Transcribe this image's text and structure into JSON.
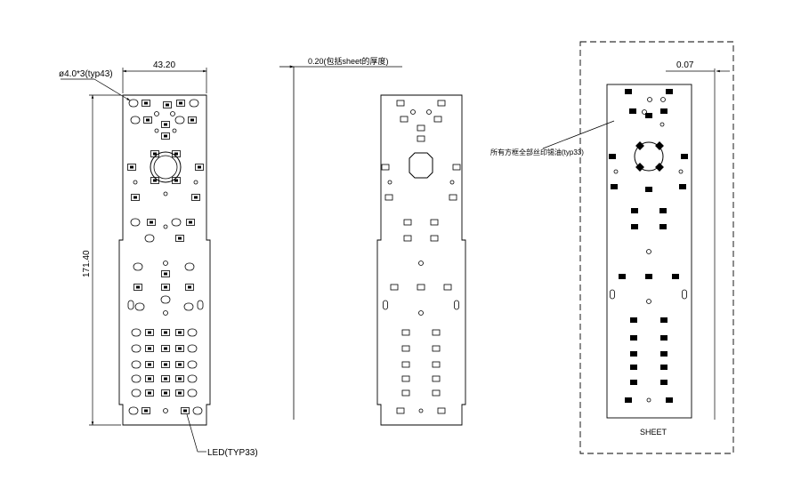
{
  "dimensions": {
    "hole_note": "ø4.0*3(typ43)",
    "width": "43.20",
    "height": "171.40",
    "thickness_note": "0.20(包括sheet的厚度)",
    "sheet_offset": "0.07"
  },
  "annotations": {
    "led_label": "LED(TYP33)",
    "window_label": "所有方框全部丝印锡油(typ33)",
    "sheet_label": "SHEET"
  },
  "colors": {
    "line": "#000000",
    "background": "#ffffff",
    "led_fill": "#000000"
  }
}
